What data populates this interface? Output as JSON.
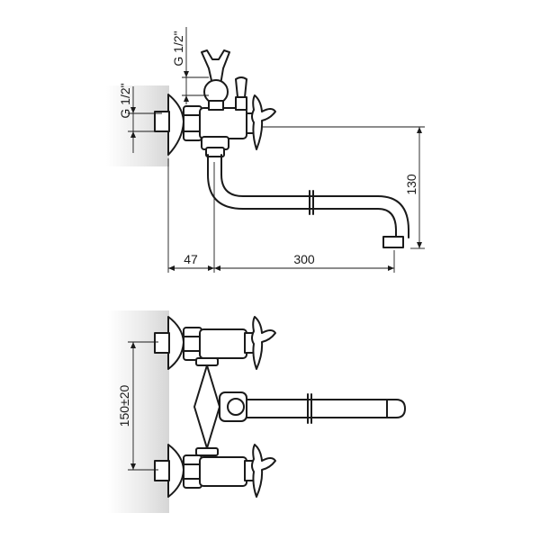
{
  "dimensions": {
    "thread_left": "G 1/2\"",
    "thread_top": "G 1/2\"",
    "height_130": "130",
    "offset_47": "47",
    "reach_300": "300",
    "spacing": "150±20"
  }
}
